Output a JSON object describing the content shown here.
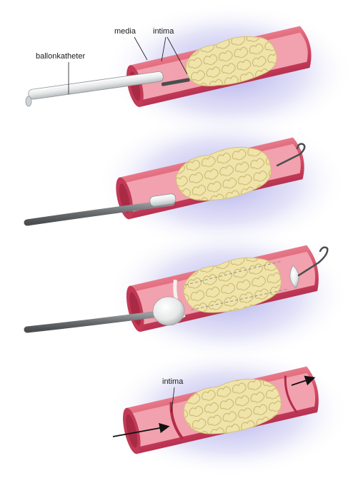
{
  "labels": {
    "catheter": "ballonkatheter",
    "media": "media",
    "intima_top": "intima",
    "intima_bottom": "intima"
  },
  "colors": {
    "vessel_wall": "#d9536a",
    "vessel_lumen": "#f3a8b3",
    "vessel_lumen_dark": "#c03a55",
    "plaque": "#efe2a6",
    "plaque_detail": "#c9b86e",
    "catheter": "#707376",
    "balloon": "#f2f2f2",
    "shadow": "#7a78d6"
  },
  "icons": [
    "balloon-catheter",
    "guide-wire-hook",
    "flow-arrow"
  ]
}
